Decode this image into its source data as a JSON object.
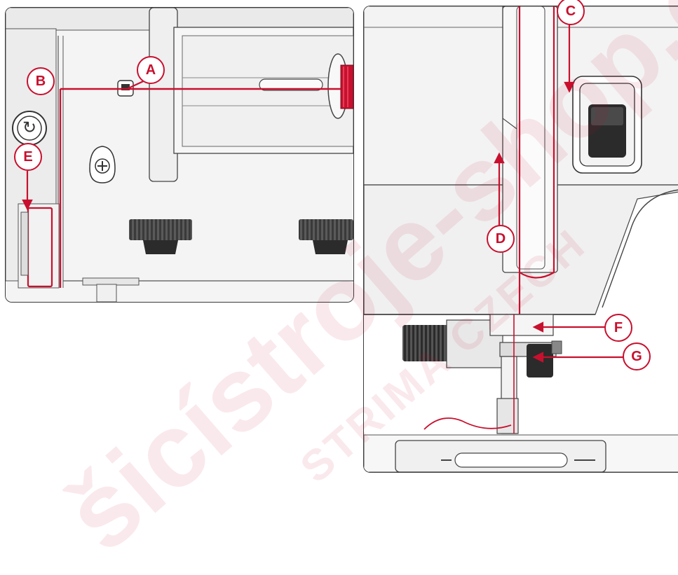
{
  "callouts": {
    "a": "A",
    "b": "B",
    "c": "C",
    "d": "D",
    "e": "E",
    "f": "F",
    "g": "G"
  },
  "watermark": {
    "main": "šicístroje-shop.cz",
    "sub": "STRIMA CZECH"
  },
  "colors": {
    "thread": "#c8102e",
    "outline": "#3a3a3a",
    "panel_gray": "#f2f2f2",
    "dark_part": "#2b2b2b"
  },
  "icons": {
    "bobbin_winder": "rotate-arrows-icon",
    "screw": "screw-icon"
  }
}
